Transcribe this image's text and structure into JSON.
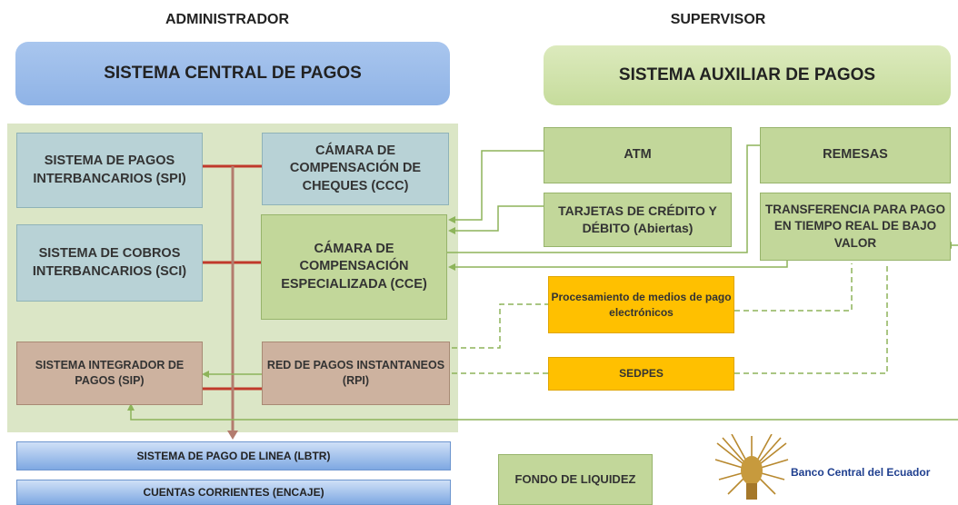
{
  "headers": {
    "left": "ADMINISTRADOR",
    "right": "SUPERVISOR"
  },
  "banners": {
    "left": "SISTEMA CENTRAL DE PAGOS",
    "right": "SISTEMA AUXILIAR DE PAGOS"
  },
  "boxes": {
    "spi": "SISTEMA DE PAGOS INTERBANCARIOS (SPI)",
    "ccc": "CÁMARA DE COMPENSACIÓN DE CHEQUES (CCC)",
    "sci": "SISTEMA DE COBROS INTERBANCARIOS (SCI)",
    "cce": "CÁMARA DE COMPENSACIÓN ESPECIALIZADA (CCE)",
    "sip": "SISTEMA INTEGRADOR DE PAGOS (SIP)",
    "rpi": "RED DE PAGOS INSTANTANEOS (RPI)",
    "atm": "ATM",
    "remesas": "REMESAS",
    "tarjetas": "TARJETAS DE CRÉDITO Y DÉBITO (Abiertas)",
    "transferencia": "TRANSFERENCIA PARA PAGO EN TIEMPO REAL DE BAJO VALOR",
    "procesamiento": "Procesamiento de medios de pago electrónicos",
    "sedpes": "SEDPES",
    "fondo": "FONDO DE LIQUIDEZ"
  },
  "bars": {
    "lbtr": "SISTEMA DE PAGO DE LINEA (LBTR)",
    "cuentas": "CUENTAS CORRIENTES (ENCAJE)"
  },
  "logo": {
    "text": "Banco Central del Ecuador"
  },
  "colors": {
    "blue_banner": "#8fb3e6",
    "green_banner": "#c6dc9c",
    "panel": "#dbe6c6",
    "connector_red": "#c0392b",
    "connector_green": "#8db45a",
    "orange": "#ffc000"
  }
}
